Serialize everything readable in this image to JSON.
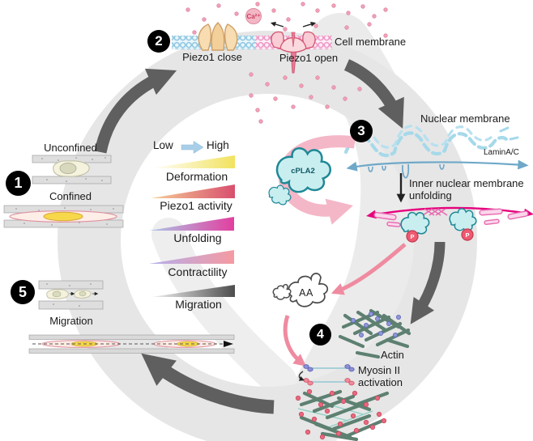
{
  "colors": {
    "ring": "#e6e6e6",
    "flow_arrow": "#5f5f5f",
    "accent_pink": "#ef8ba0",
    "magenta": "#e6007d",
    "lamin_blue": "#6fa8c8",
    "membrane_blue": "#8cc6e0",
    "membrane_pink": "#ef94c4",
    "cyan_protein": "#c9eef0",
    "actin_green": "#5d8071"
  },
  "badges": {
    "step1": "1",
    "step2": "2",
    "step3": "3",
    "step4": "4",
    "step5": "5"
  },
  "labels": {
    "unconfined": "Unconfined",
    "confined": "Confined",
    "piezo1_close": "Piezo1 close",
    "piezo1_open": "Piezo1 open",
    "cell_membrane": "Cell membrane",
    "ca_ion": "Ca²⁺",
    "nuclear_membrane": "Nuclear membrane",
    "lamin": "LaminA/C",
    "inner_nuclear_line1": "Inner nuclear membrane",
    "inner_nuclear_line2": "unfolding",
    "cpla2": "cPLA2",
    "phosphate": "P",
    "aa": "AA",
    "actin": "Actin",
    "myosin_line1": "Myosin II",
    "myosin_line2": "activation",
    "migration_step": "Migration"
  },
  "legend": {
    "low": "Low",
    "high": "High",
    "items": [
      {
        "label": "Deformation",
        "color_from": "#ffffff",
        "color_to": "#f2e25e"
      },
      {
        "label": "Piezo1 activity",
        "color_from": "#f6cf96",
        "color_to": "#d84f6e"
      },
      {
        "label": "Unfolding",
        "color_from": "#abc8e8",
        "color_to": "#e23f9f"
      },
      {
        "label": "Contractility",
        "color_from": "#b3aeec",
        "color_to": "#f59aa2"
      },
      {
        "label": "Migration",
        "color_from": "#f2f2f2",
        "color_to": "#4d4d4d"
      }
    ]
  }
}
